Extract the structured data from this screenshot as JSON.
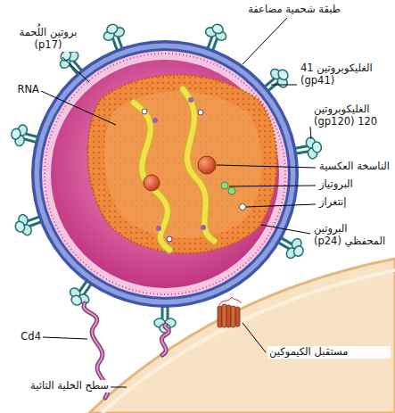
{
  "diagram": {
    "labels": [
      "طبقة شحمية مضاعفة",
      "بروتين اللُحمة (p17)",
      "RNA",
      "الغليكوبروتين 41 (gp41)",
      "الغليكوبروتين 120 (gp120)",
      "الناسخة العكسية",
      "البروتياز",
      "إنتغراز",
      "البروتين المحفظي (p24)",
      "Cd4",
      "مستقبل الكيموكين",
      "سطح الخلية التائية"
    ]
  }
}
